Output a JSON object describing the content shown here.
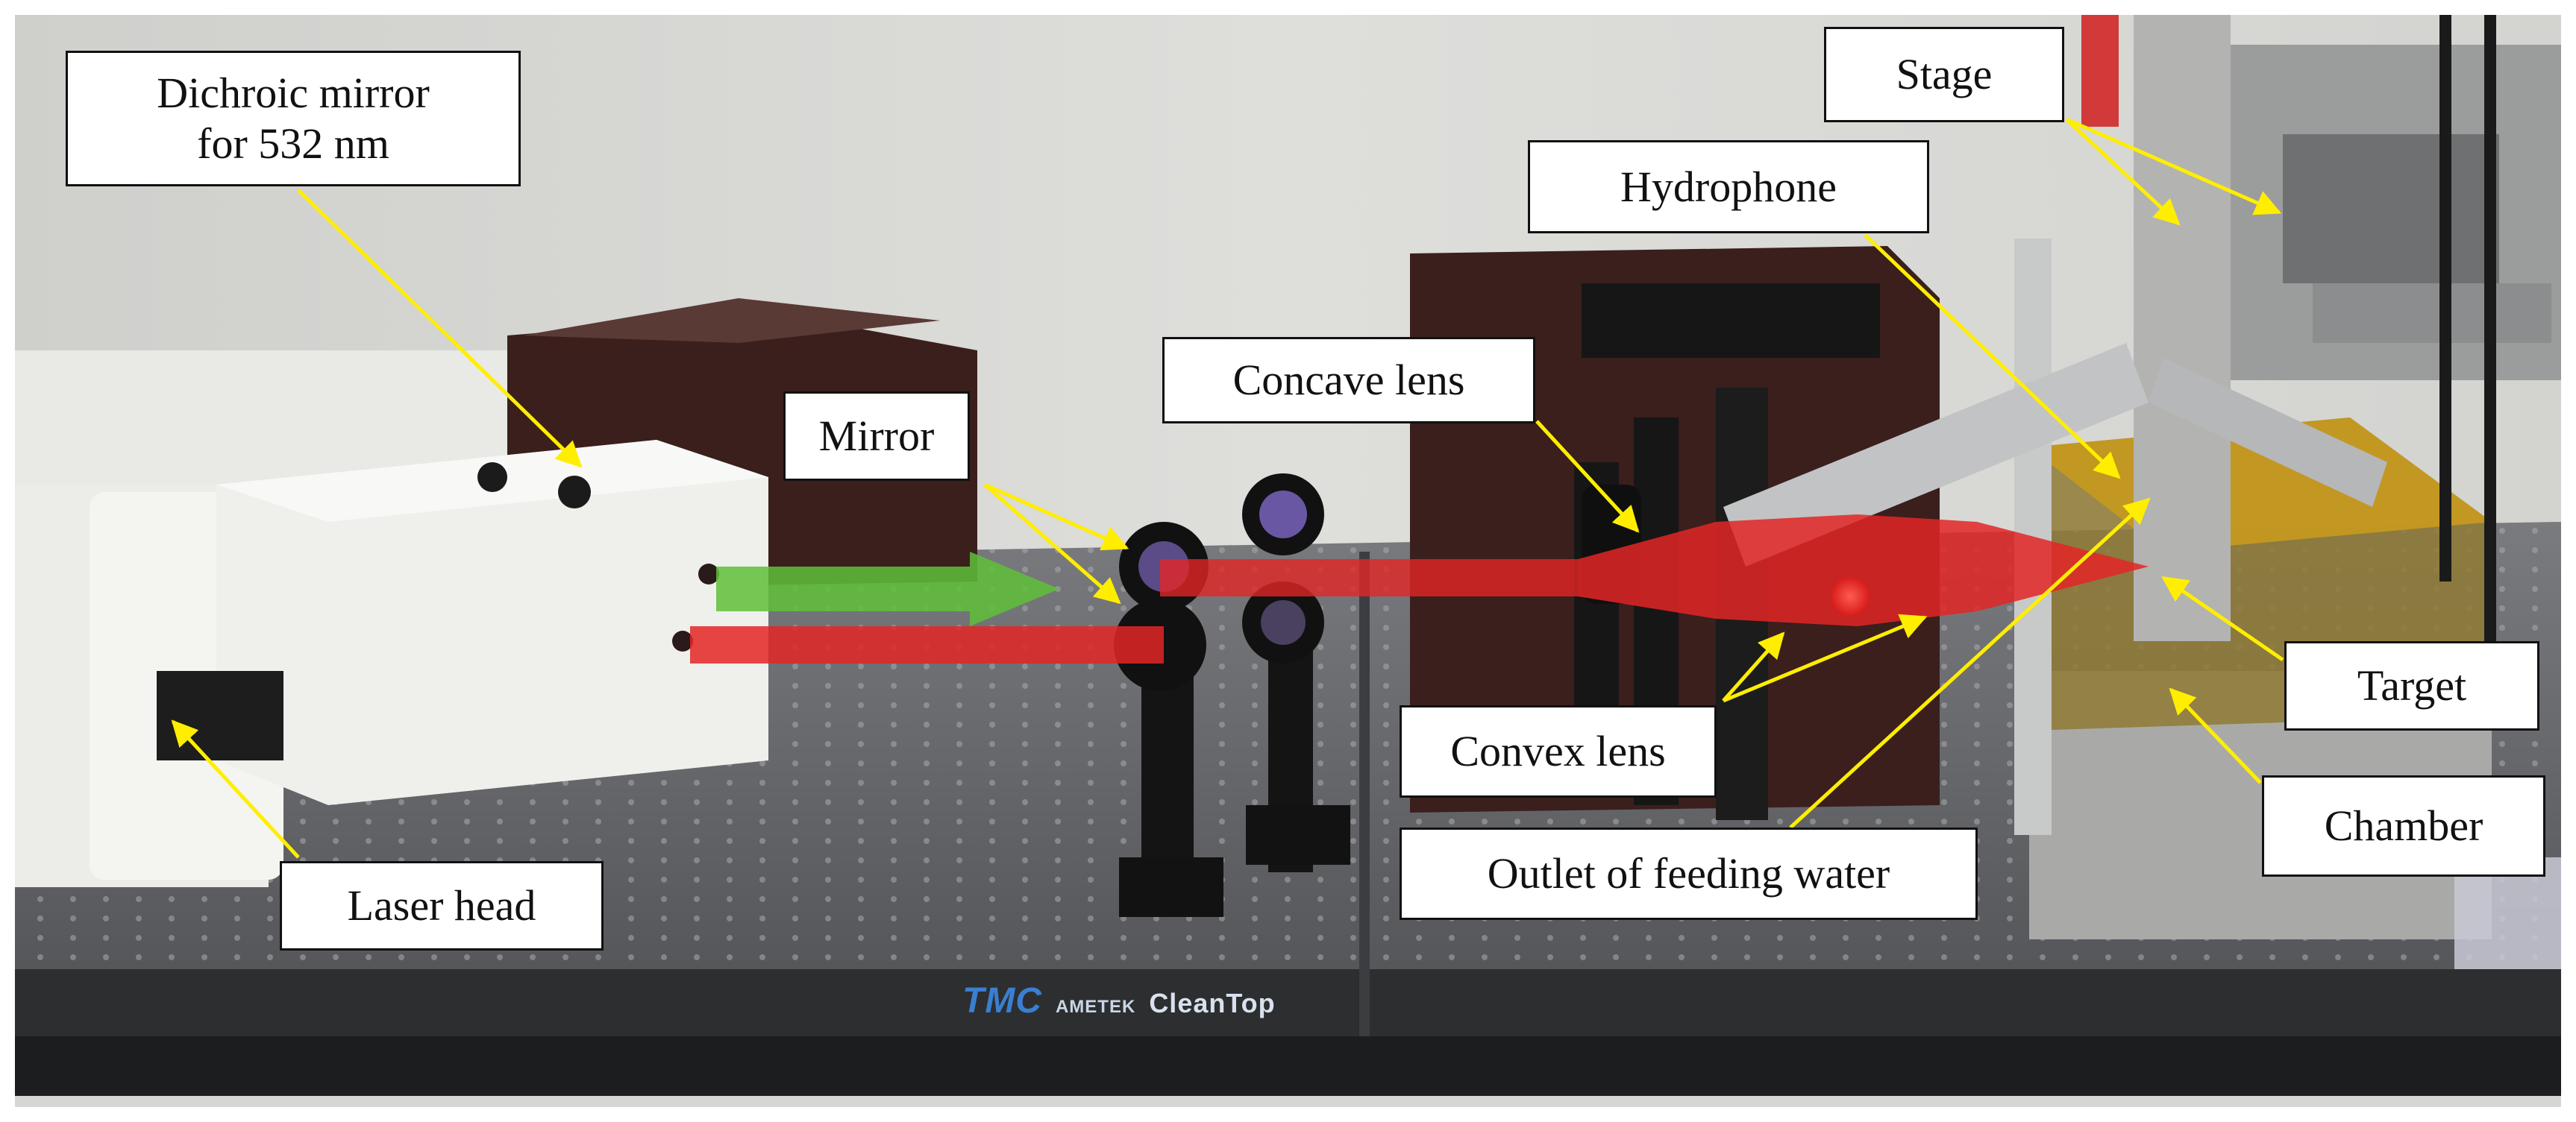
{
  "image": {
    "description": "Laboratory optical setup photograph with annotated components",
    "colors": {
      "background_wall": "#d9d9d7",
      "table_top": "#6c6d6f",
      "table_edge": "#2d2e30",
      "enclosure": "#f0f0ec",
      "tinted_box": "#3a1f1d",
      "beam_red": "#e32626",
      "beam_green": "#5fbf3a",
      "chamber_gold": "#c79a1e",
      "annotation_arrow": "#ffee00",
      "label_border": "#111111"
    }
  },
  "labels": {
    "dichroic_mirror_line1": "Dichroic mirror",
    "dichroic_mirror_line2": "for 532 nm",
    "mirror": "Mirror",
    "concave_lens": "Concave lens",
    "hydrophone": "Hydrophone",
    "stage": "Stage",
    "target": "Target",
    "convex_lens": "Convex lens",
    "chamber": "Chamber",
    "outlet": "Outlet of feeding water",
    "laser_head": "Laser head"
  },
  "brand": {
    "logo": "TMC",
    "company": "AMETEK",
    "product": "CleanTop"
  }
}
